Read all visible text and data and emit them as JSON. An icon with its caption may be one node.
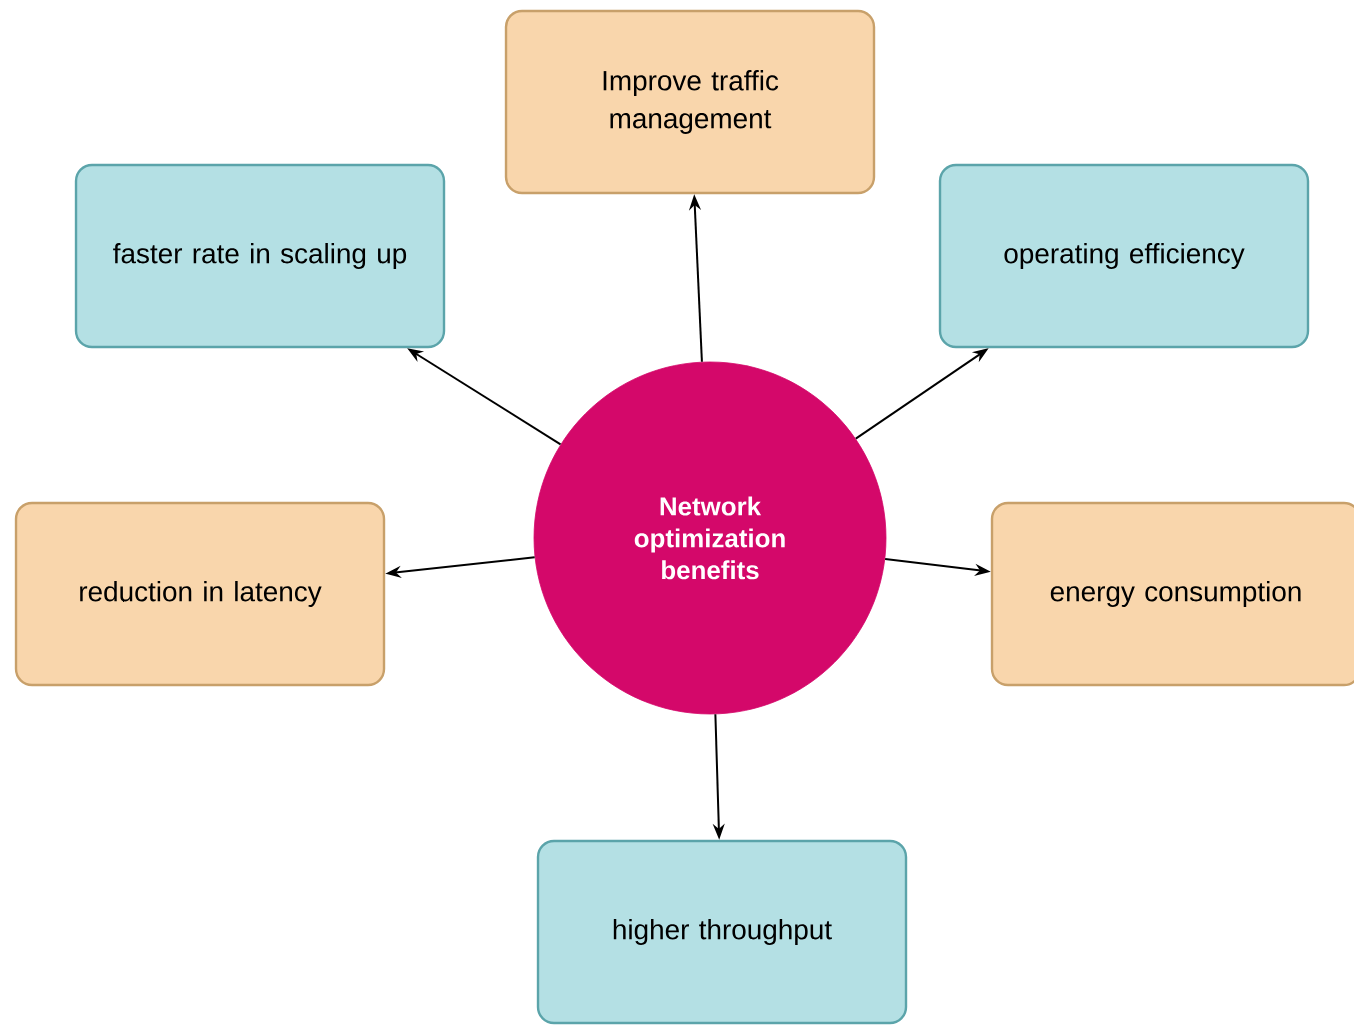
{
  "diagram": {
    "nodes": [
      {
        "text": [
          "Network optimization benefits"
        ]
      },
      {
        "text": [
          "Improve traffic management"
        ]
      },
      {
        "text": [
          "faster rate in scaling up"
        ]
      },
      {
        "text": [
          "operating efficiency"
        ]
      },
      {
        "text": [
          "reduction in latency"
        ]
      },
      {
        "text": [
          "energy consumption"
        ]
      },
      {
        "text": [
          "higher throughput"
        ]
      }
    ],
    "edges": [
      {
        "from": 0,
        "to": 1,
        "arrow": "to"
      },
      {
        "from": 0,
        "to": 2,
        "arrow": "to"
      },
      {
        "from": 0,
        "to": 3,
        "arrow": "to"
      },
      {
        "from": 0,
        "to": 4,
        "arrow": "to"
      },
      {
        "from": 0,
        "to": 5,
        "arrow": "to"
      },
      {
        "from": 0,
        "to": 6,
        "arrow": "to"
      }
    ]
  }
}
